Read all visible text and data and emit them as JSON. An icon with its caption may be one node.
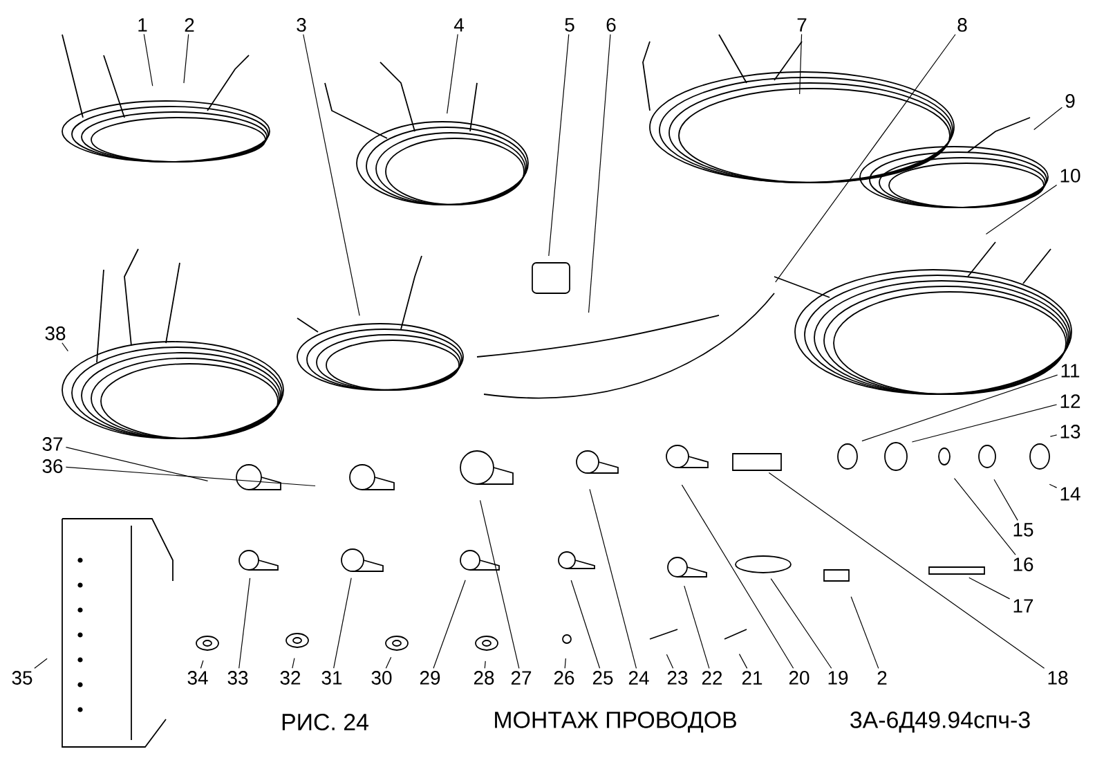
{
  "diagram": {
    "title": "МОНТАЖ ПРОВОДОВ",
    "nodes": [
      {
        "text": [
          "1"
        ]
      },
      {
        "text": [
          "2"
        ]
      },
      {
        "text": [
          "3"
        ]
      },
      {
        "text": [
          "4"
        ]
      },
      {
        "text": [
          "5"
        ]
      },
      {
        "text": [
          "6"
        ]
      },
      {
        "text": [
          "7"
        ]
      },
      {
        "text": [
          "8"
        ]
      },
      {
        "text": [
          "9"
        ]
      },
      {
        "text": [
          "10"
        ]
      },
      {
        "text": [
          "38"
        ]
      },
      {
        "text": [
          "37"
        ]
      },
      {
        "text": [
          "36"
        ]
      },
      {
        "text": [
          "11"
        ]
      },
      {
        "text": [
          "12"
        ]
      },
      {
        "text": [
          "13"
        ]
      },
      {
        "text": [
          "14"
        ]
      },
      {
        "text": [
          "15"
        ]
      },
      {
        "text": [
          "16"
        ]
      },
      {
        "text": [
          "17"
        ]
      },
      {
        "text": [
          "35"
        ]
      },
      {
        "text": [
          "34"
        ]
      },
      {
        "text": [
          "33"
        ]
      },
      {
        "text": [
          "32"
        ]
      },
      {
        "text": [
          "31"
        ]
      },
      {
        "text": [
          "30"
        ]
      },
      {
        "text": [
          "29"
        ]
      },
      {
        "text": [
          "28"
        ]
      },
      {
        "text": [
          "27"
        ]
      },
      {
        "text": [
          "26"
        ]
      },
      {
        "text": [
          "25"
        ]
      },
      {
        "text": [
          "24"
        ]
      },
      {
        "text": [
          "23"
        ]
      },
      {
        "text": [
          "22"
        ]
      },
      {
        "text": [
          "21"
        ]
      },
      {
        "text": [
          "20"
        ]
      },
      {
        "text": [
          "19"
        ]
      },
      {
        "text": [
          "2"
        ]
      },
      {
        "text": [
          "18"
        ]
      }
    ],
    "edges": [
      {
        "from": 0,
        "to": null,
        "arrow": "none"
      },
      {
        "from": 1,
        "to": null,
        "arrow": "none"
      },
      {
        "from": 2,
        "to": null,
        "arrow": "none"
      },
      {
        "from": 3,
        "to": null,
        "arrow": "none"
      },
      {
        "from": 4,
        "to": null,
        "arrow": "none"
      },
      {
        "from": 5,
        "to": null,
        "arrow": "none"
      },
      {
        "from": 6,
        "to": null,
        "arrow": "none"
      },
      {
        "from": 7,
        "to": null,
        "arrow": "none"
      },
      {
        "from": 8,
        "to": null,
        "arrow": "none"
      },
      {
        "from": 9,
        "to": null,
        "arrow": "none"
      },
      {
        "from": 10,
        "to": null,
        "arrow": "none"
      },
      {
        "from": 11,
        "to": null,
        "arrow": "none"
      },
      {
        "from": 12,
        "to": null,
        "arrow": "none"
      },
      {
        "from": 13,
        "to": null,
        "arrow": "none"
      },
      {
        "from": 14,
        "to": null,
        "arrow": "none"
      },
      {
        "from": 15,
        "to": null,
        "arrow": "none"
      },
      {
        "from": 16,
        "to": null,
        "arrow": "none"
      },
      {
        "from": 17,
        "to": null,
        "arrow": "none"
      },
      {
        "from": 18,
        "to": null,
        "arrow": "none"
      },
      {
        "from": 19,
        "to": null,
        "arrow": "none"
      },
      {
        "from": 20,
        "to": null,
        "arrow": "none"
      },
      {
        "from": 21,
        "to": null,
        "arrow": "none"
      },
      {
        "from": 22,
        "to": null,
        "arrow": "none"
      },
      {
        "from": 23,
        "to": null,
        "arrow": "none"
      },
      {
        "from": 24,
        "to": null,
        "arrow": "none"
      },
      {
        "from": 25,
        "to": null,
        "arrow": "none"
      },
      {
        "from": 26,
        "to": null,
        "arrow": "none"
      },
      {
        "from": 27,
        "to": null,
        "arrow": "none"
      },
      {
        "from": 28,
        "to": null,
        "arrow": "none"
      },
      {
        "from": 29,
        "to": null,
        "arrow": "none"
      },
      {
        "from": 30,
        "to": null,
        "arrow": "none"
      },
      {
        "from": 31,
        "to": null,
        "arrow": "none"
      },
      {
        "from": 32,
        "to": null,
        "arrow": "none"
      },
      {
        "from": 33,
        "to": null,
        "arrow": "none"
      },
      {
        "from": 34,
        "to": null,
        "arrow": "none"
      },
      {
        "from": 35,
        "to": null,
        "arrow": "none"
      },
      {
        "from": 36,
        "to": null,
        "arrow": "none"
      },
      {
        "from": 37,
        "to": null,
        "arrow": "none"
      },
      {
        "from": 38,
        "to": null,
        "arrow": "none"
      }
    ],
    "labels": [
      "РИС. 24",
      "3А-6Д49.94спч-3"
    ]
  }
}
